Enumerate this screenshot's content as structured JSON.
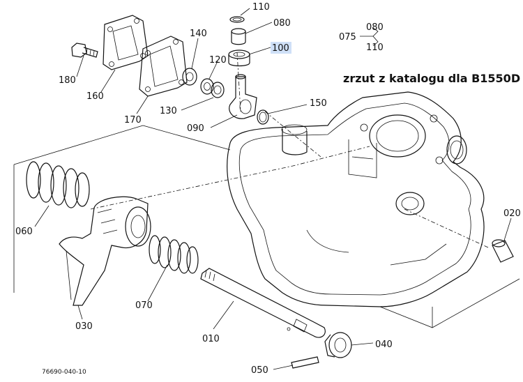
{
  "caption": "zrzut z katalogu dla B1550D",
  "drawing_code": "76690-040-10",
  "highlight_color": "#cfe0f7",
  "labels": {
    "p110": "110",
    "p080": "080",
    "p100": "100",
    "p140": "140",
    "p120": "120",
    "p180": "180",
    "p160": "160",
    "p170": "170",
    "p130": "130",
    "p090": "090",
    "p150": "150",
    "p060": "060",
    "p030": "030",
    "p070": "070",
    "p010": "010",
    "p040": "040",
    "p050": "050",
    "p020": "020",
    "legend_075": "075",
    "legend_080": "080",
    "legend_110": "110"
  }
}
